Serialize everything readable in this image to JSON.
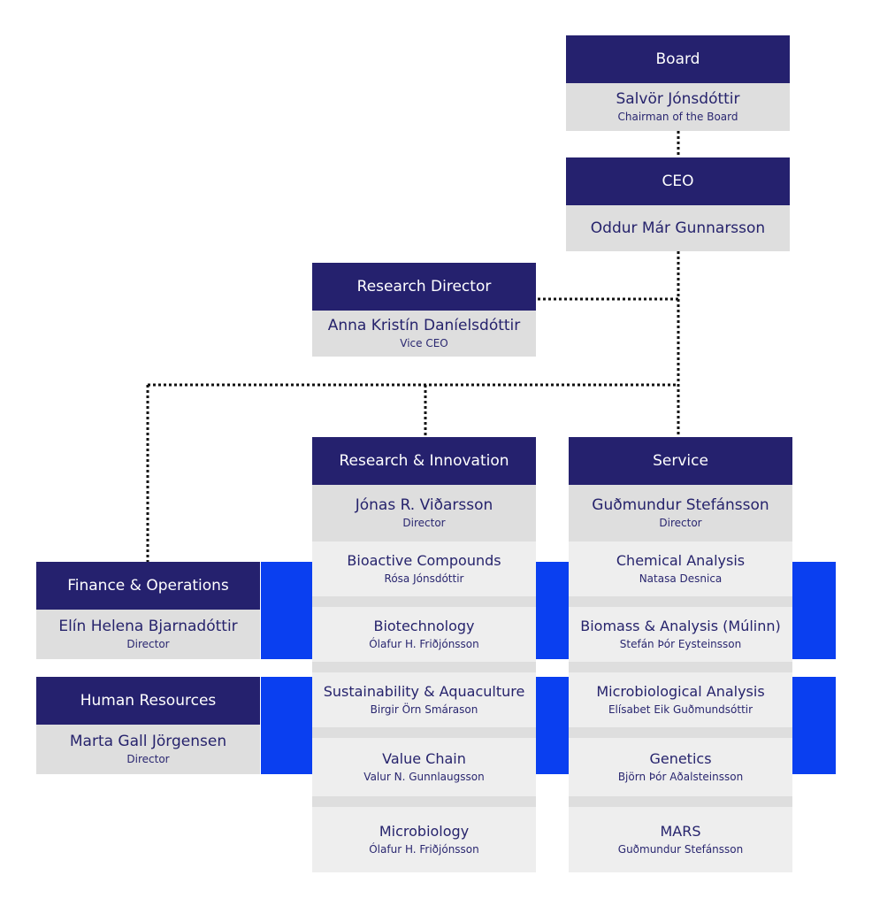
{
  "board": {
    "header": "Board",
    "name": "Salvör Jónsdóttir",
    "title": "Chairman of the Board"
  },
  "ceo": {
    "header": "CEO",
    "name": "Oddur Már Gunnarsson"
  },
  "research_director": {
    "header": "Research Director",
    "name": "Anna Kristín Daníelsdóttir",
    "title": "Vice CEO"
  },
  "research_innovation": {
    "header": "Research & Innovation",
    "name": "Jónas R. Viðarsson",
    "title": "Director",
    "units": [
      {
        "name": "Bioactive Compounds",
        "person": "Rósa Jónsdóttir"
      },
      {
        "name": "Biotechnology",
        "person": "Ólafur H. Friðjónsson"
      },
      {
        "name": "Sustainability & Aquaculture",
        "person": "Birgir Örn Smárason"
      },
      {
        "name": "Value Chain",
        "person": "Valur N. Gunnlaugsson"
      },
      {
        "name": "Microbiology",
        "person": "Ólafur H. Friðjónsson"
      }
    ]
  },
  "service": {
    "header": "Service",
    "name": "Guðmundur Stefánsson",
    "title": "Director",
    "units": [
      {
        "name": "Chemical Analysis",
        "person": "Natasa Desnica"
      },
      {
        "name": "Biomass & Analysis (Múlinn)",
        "person": "Stefán Þór Eysteinsson"
      },
      {
        "name": "Microbiological Analysis",
        "person": "Elísabet Eik Guðmundsóttir"
      },
      {
        "name": "Genetics",
        "person": "Björn Þór Aðalsteinsson"
      },
      {
        "name": "MARS",
        "person": "Guðmundur Stefánsson"
      }
    ]
  },
  "finance": {
    "header": "Finance & Operations",
    "name": "Elín Helena Bjarnadóttir",
    "title": "Director"
  },
  "hr": {
    "header": "Human Resources",
    "name": "Marta Gall Jörgensen",
    "title": "Director"
  },
  "colors": {
    "header": "#25216e",
    "accent": "#0a3ff0",
    "box_gray": "#dedede",
    "box_light": "#eeeeee"
  }
}
